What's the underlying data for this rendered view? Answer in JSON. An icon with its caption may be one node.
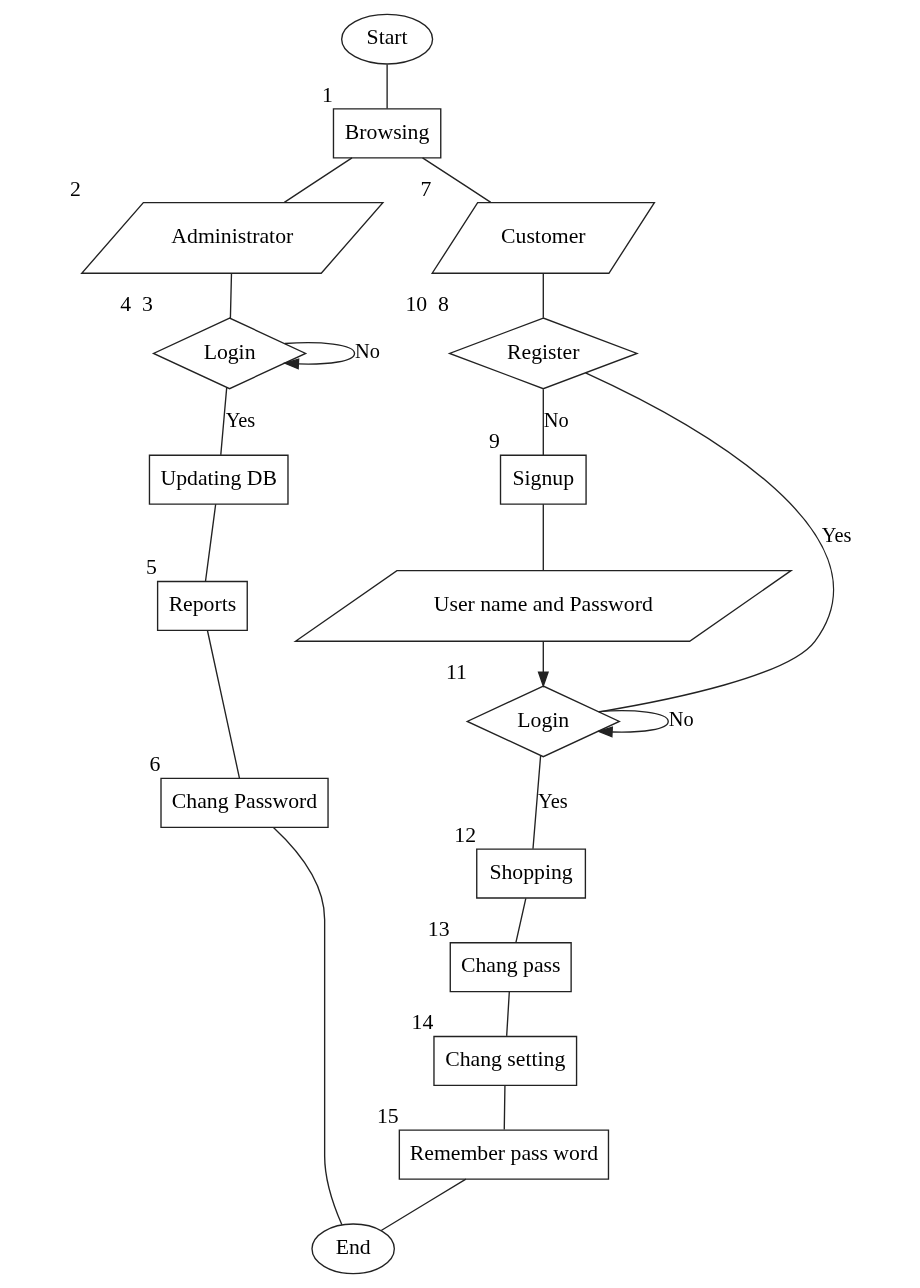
{
  "diagram": {
    "nodes": [
      {
        "text": [
          "Start"
        ]
      },
      {
        "text": [
          "Browsing"
        ],
        "beside": [
          "1"
        ]
      },
      {
        "text": [
          "Administrator"
        ],
        "beside": [
          "2"
        ]
      },
      {
        "text": [
          "Customer"
        ],
        "beside": [
          "7"
        ]
      },
      {
        "text": [
          "Login"
        ],
        "beside": [
          "4",
          "3"
        ]
      },
      {
        "text": [
          "Updating DB"
        ]
      },
      {
        "text": [
          "Reports"
        ],
        "beside": [
          "5"
        ]
      },
      {
        "text": [
          "Chang Password"
        ],
        "beside": [
          "6"
        ]
      },
      {
        "text": [
          "Register"
        ],
        "beside": [
          "10",
          "8"
        ]
      },
      {
        "text": [
          "Signup"
        ],
        "beside": [
          "9"
        ]
      },
      {
        "text": [
          "User name and Password"
        ]
      },
      {
        "text": [
          "Login"
        ],
        "beside": [
          "11"
        ]
      },
      {
        "text": [
          "Shopping"
        ],
        "beside": [
          "12"
        ]
      },
      {
        "text": [
          "Chang pass"
        ],
        "beside": [
          "13"
        ]
      },
      {
        "text": [
          "Chang setting"
        ],
        "beside": [
          "14"
        ]
      },
      {
        "text": [
          "Remember pass word"
        ],
        "beside": [
          "15"
        ]
      },
      {
        "text": [
          "End"
        ]
      }
    ],
    "edges": [
      {
        "from": 0,
        "to": 1,
        "arrow": "none"
      },
      {
        "from": 1,
        "to": 2,
        "arrow": "none"
      },
      {
        "from": 1,
        "to": 3,
        "arrow": "none"
      },
      {
        "from": 2,
        "to": 4,
        "arrow": "none"
      },
      {
        "from": 4,
        "to": 4,
        "label": "No",
        "arrow": "to"
      },
      {
        "from": 4,
        "to": 5,
        "label": "Yes",
        "arrow": "none"
      },
      {
        "from": 5,
        "to": 6,
        "arrow": "none"
      },
      {
        "from": 6,
        "to": 7,
        "arrow": "none"
      },
      {
        "from": 7,
        "to": 16,
        "arrow": "none"
      },
      {
        "from": 3,
        "to": 8,
        "arrow": "none"
      },
      {
        "from": 8,
        "to": 11,
        "label": "Yes",
        "arrow": "none"
      },
      {
        "from": 8,
        "to": 9,
        "label": "No",
        "arrow": "none"
      },
      {
        "from": 9,
        "to": 10,
        "arrow": "none"
      },
      {
        "from": 10,
        "to": 11,
        "arrow": "to"
      },
      {
        "from": 11,
        "to": 11,
        "label": "No",
        "arrow": "to"
      },
      {
        "from": 11,
        "to": 12,
        "label": "Yes",
        "arrow": "none"
      },
      {
        "from": 12,
        "to": 13,
        "arrow": "none"
      },
      {
        "from": 13,
        "to": 14,
        "arrow": "none"
      },
      {
        "from": 14,
        "to": 15,
        "arrow": "none"
      },
      {
        "from": 15,
        "to": 16,
        "arrow": "none"
      }
    ]
  }
}
